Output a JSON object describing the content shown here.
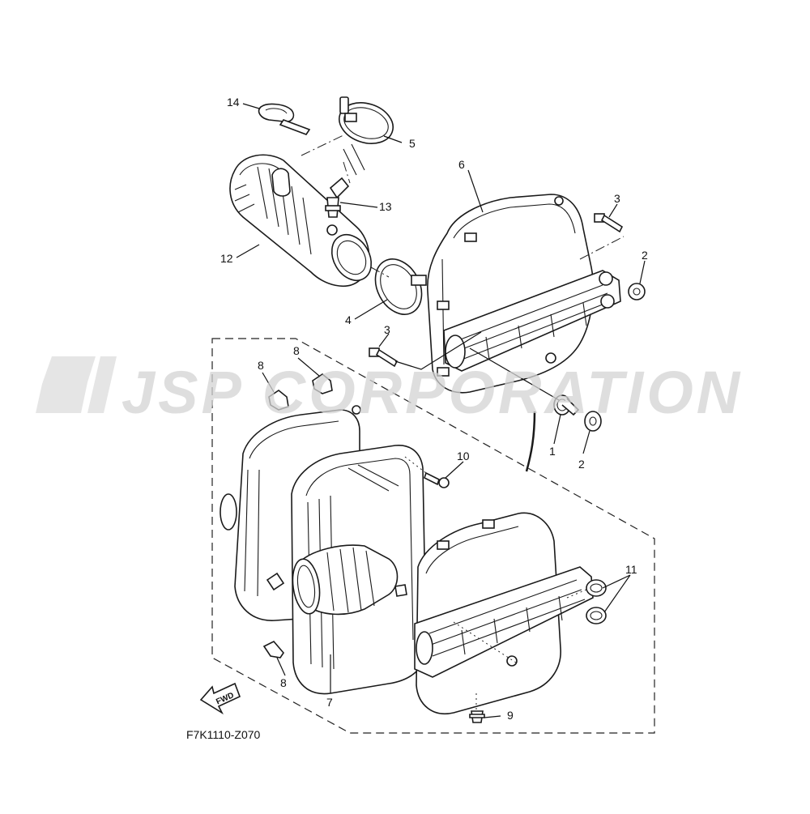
{
  "diagram": {
    "figure_code": "F7K1110-Z070",
    "watermark_text": "JSP CORPORATION",
    "fwd_label": "FWD",
    "callouts": {
      "c14": "14",
      "c5": "5",
      "c6": "6",
      "c3a": "3",
      "c2a": "2",
      "c13": "13",
      "c12": "12",
      "c4": "4",
      "c3b": "3",
      "c8a": "8",
      "c8b": "8",
      "c1": "1",
      "c2b": "2",
      "c10": "10",
      "c11": "11",
      "c8c": "8",
      "c7": "7",
      "c9": "9"
    },
    "colors": {
      "line": "#111111",
      "watermark": "#d4d4d4",
      "background": "#ffffff"
    }
  }
}
